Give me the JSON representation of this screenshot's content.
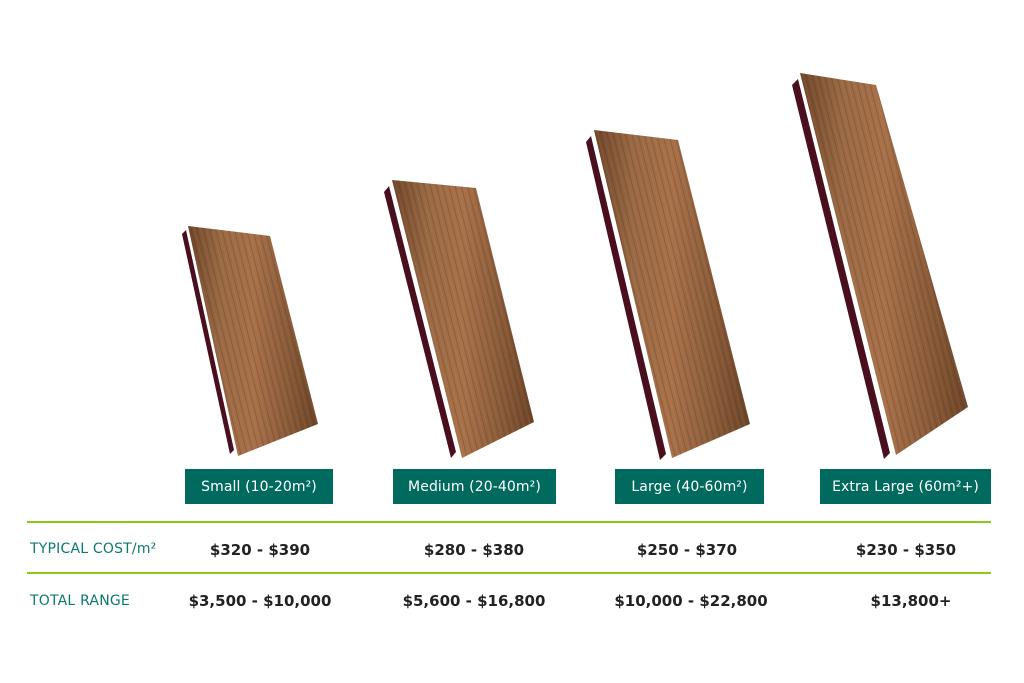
{
  "colors": {
    "tag_background": "#006a5f",
    "tag_text": "#ffffff",
    "row_label": "#0d7a6e",
    "rule_line": "#8cc814",
    "value_text": "#222222",
    "wood_light": "#a8714a",
    "wood_dark": "#6b4428",
    "board_edge": "#4a0f1e"
  },
  "columns": [
    {
      "size_label": "Small (10-20m²)",
      "cost_per_m2": "$320 - $390",
      "total_range": "$3,500 - $10,000"
    },
    {
      "size_label": "Medium (20-40m²)",
      "cost_per_m2": "$280 - $380",
      "total_range": "$5,600 - $16,800"
    },
    {
      "size_label": "Large (40-60m²)",
      "cost_per_m2": "$250 - $370",
      "total_range": "$10,000 - $22,800"
    },
    {
      "size_label": "Extra Large (60m²+)",
      "cost_per_m2": "$230 - $350",
      "total_range": "$13,800+"
    }
  ],
  "rows": {
    "cost_label": "TYPICAL COST/m²",
    "total_label": "TOTAL RANGE"
  },
  "images": [
    {
      "icon": "decking-board-small"
    },
    {
      "icon": "decking-board-medium"
    },
    {
      "icon": "decking-board-large"
    },
    {
      "icon": "decking-board-extra-large"
    }
  ]
}
